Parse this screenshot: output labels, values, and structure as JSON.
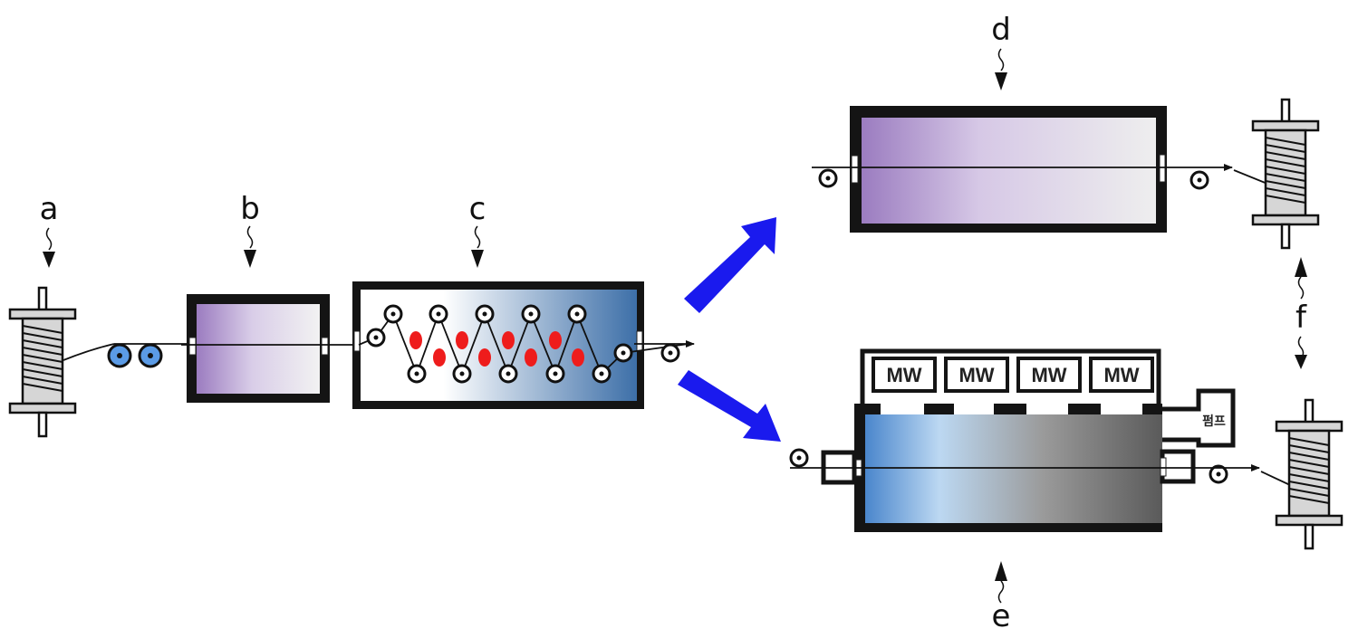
{
  "diagram": {
    "labels": {
      "a": "a",
      "b": "b",
      "c": "c",
      "d": "d",
      "e": "e",
      "f": "f"
    },
    "components": {
      "a": "supply-bobbin",
      "b": "first-treatment-chamber",
      "c": "roller-bath-chamber",
      "d": "heating-chamber",
      "e": "microwave-chamber",
      "f": "take-up-bobbins"
    },
    "microwave_units": [
      "MW",
      "MW",
      "MW",
      "MW"
    ],
    "pump_label": "펌프",
    "colors": {
      "frame": "#111111",
      "chamber_b_gradient": [
        "#9b7cc0",
        "#d9cde8",
        "#f2f2f2"
      ],
      "chamber_c_gradient": [
        "#ffffff",
        "#ffffff",
        "#3d6fa8"
      ],
      "chamber_d_gradient": [
        "#9b7cc0",
        "#d6c8e6",
        "#eeeeee"
      ],
      "chamber_e_gradient": [
        "#4a86cc",
        "#bcd8f2",
        "#7a7a7a",
        "#5a5a5a"
      ],
      "feed_rollers": "#5b9be6",
      "particles": "#ee1c1c",
      "branch_arrows": "#1a1aee",
      "bobbin_body": "#d6d6d6"
    }
  }
}
